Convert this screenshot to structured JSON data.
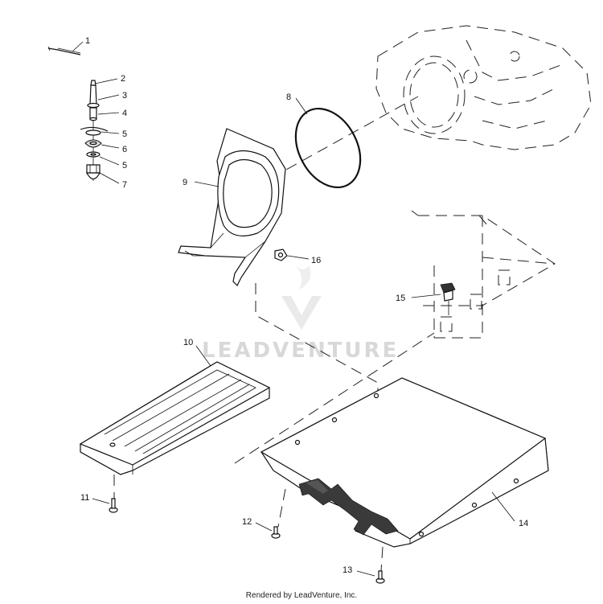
{
  "watermark": "LEADVENTURE",
  "credit": "Rendered by LeadVenture, Inc.",
  "callouts": {
    "c1": "1",
    "c2": "2",
    "c3": "3",
    "c4": "4",
    "c5a": "5",
    "c6": "6",
    "c5b": "5",
    "c7": "7",
    "c8": "8",
    "c9": "9",
    "c10": "10",
    "c11": "11",
    "c12": "12",
    "c13": "13",
    "c14": "14",
    "c15": "15",
    "c16": "16"
  }
}
